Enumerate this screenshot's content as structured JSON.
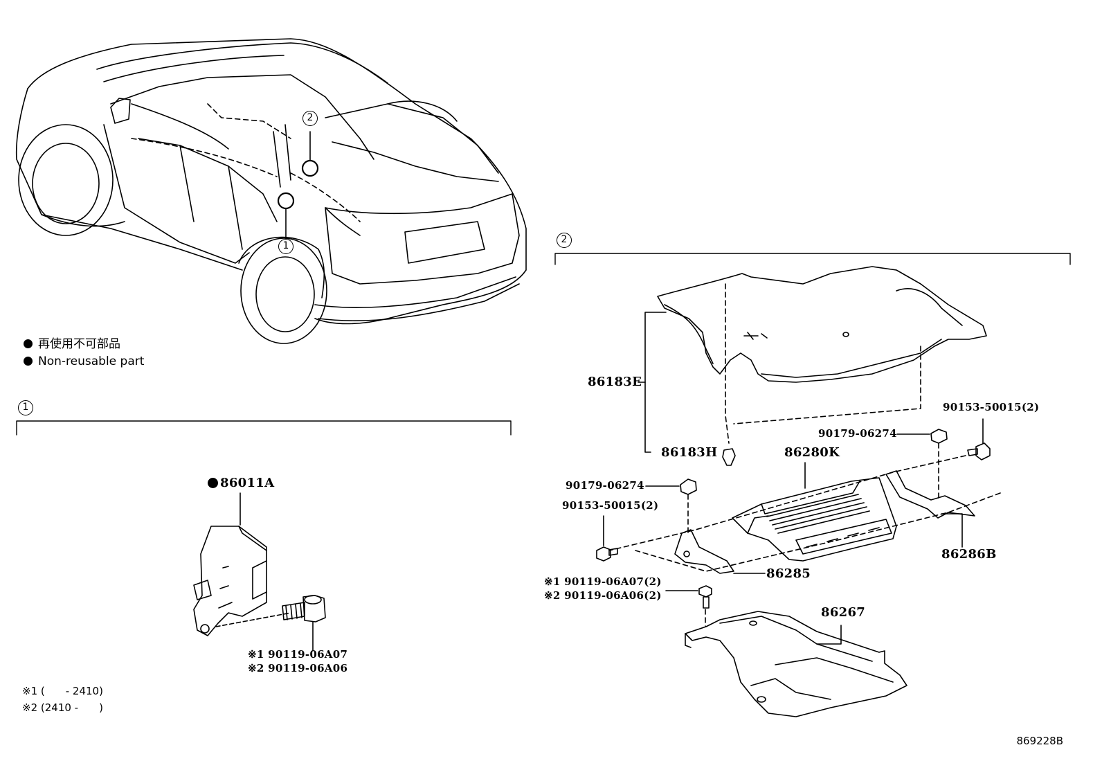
{
  "legend": {
    "jp": "再使用不可部品",
    "en": "Non-reusable part"
  },
  "sections": {
    "s1": "1",
    "s2": "2"
  },
  "callouts": {
    "c1": "1",
    "c2": "2"
  },
  "parts": {
    "p86011A": "86011A",
    "p90119_1": "※1 90119-06A07",
    "p90119_2": "※2 90119-06A06",
    "p86183E": "86183E",
    "p86183H": "86183H",
    "p90153_top": "90153-50015(2)",
    "p90179_top": "90179-06274",
    "p86280K": "86280K",
    "p90179_left": "90179-06274",
    "p90153_left": "90153-50015(2)",
    "p86286B": "86286B",
    "p86285": "86285",
    "p90119_b1": "※1 90119-06A07(2)",
    "p90119_b2": "※2 90119-06A06(2)",
    "p86267": "86267"
  },
  "footnotes": {
    "f1": "※1 (　　- 2410)",
    "f2": "※2 (2410 -　　)"
  },
  "ref_code": "869228B"
}
